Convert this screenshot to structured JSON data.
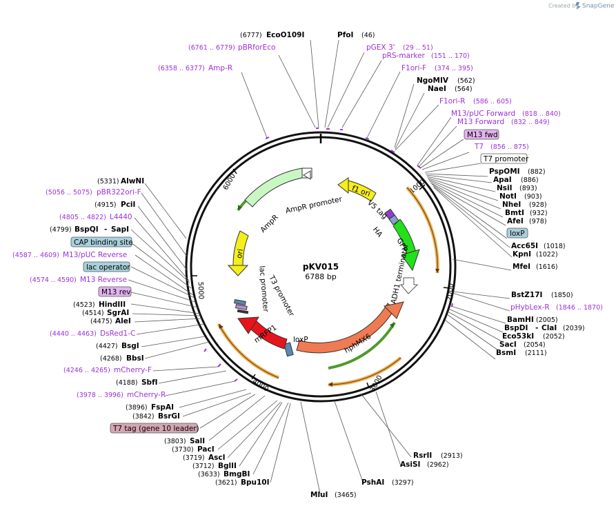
{
  "app": {
    "credit_text": "Created by",
    "brand_text": "SnapGene",
    "brand_icon": "snapgene-logo-icon"
  },
  "plasmid": {
    "name": "pKV015",
    "length_label": "6788 bp"
  },
  "ruler": {
    "ticks": [
      "1000",
      "2000",
      "3000",
      "4000",
      "5000",
      "6000"
    ]
  },
  "features": {
    "f1_ori": "f1 ori",
    "v5_tag": "V5 tag",
    "ha": "HA",
    "gfp": "GFP",
    "adh1_terminator": "ADH1 terminator",
    "hphmx6": "hphMX6",
    "loxp": "loxP",
    "mrfp1": "mRFP1",
    "t3_promoter": "T3 promoter",
    "lac_promoter": "lac promoter",
    "ori": "ori",
    "ampr": "AmpR",
    "ampr_promoter": "AmpR promoter"
  },
  "labels": {
    "top": [
      {
        "pos": "(6777)",
        "name": "EcoO109I"
      },
      {
        "name": "PfoI",
        "pos": "(46)"
      },
      {
        "pos": "(6761 .. 6779)",
        "name": "pBRforEco",
        "kind": "primer"
      },
      {
        "name": "pGEX 3'",
        "pos": "(29 .. 51)",
        "kind": "primer"
      },
      {
        "name": "pRS-marker",
        "pos": "(151 .. 170)",
        "kind": "primer"
      },
      {
        "pos": "(6358 .. 6377)",
        "name": "Amp-R",
        "kind": "primer"
      },
      {
        "name": "F1ori-F",
        "pos": "(374 .. 395)",
        "kind": "primer"
      }
    ],
    "right": [
      {
        "name": "NgoMIV",
        "pos": "(562)"
      },
      {
        "name": "NaeI",
        "pos": "(564)"
      },
      {
        "name": "F1ori-R",
        "pos": "(586 .. 605)",
        "kind": "primer"
      },
      {
        "name": "M13/pUC Forward",
        "pos": "(818 .. 840)",
        "kind": "primer"
      },
      {
        "name": "M13 Forward",
        "pos": "(832 .. 849)",
        "kind": "primer"
      },
      {
        "name": "M13 fwd",
        "kind": "box-purple"
      },
      {
        "name": "T7",
        "pos": "(856 .. 875)",
        "kind": "primer"
      },
      {
        "name": "T7 promoter",
        "kind": "box-white"
      },
      {
        "name": "PspOMI",
        "pos": "(882)"
      },
      {
        "name": "ApaI",
        "pos": "(886)"
      },
      {
        "name": "NsiI",
        "pos": "(893)"
      },
      {
        "name": "NotI",
        "pos": "(903)"
      },
      {
        "name": "NheI",
        "pos": "(928)"
      },
      {
        "name": "BmtI",
        "pos": "(932)"
      },
      {
        "name": "AfeI",
        "pos": "(978)"
      },
      {
        "name": "loxP",
        "kind": "box-blue"
      },
      {
        "name": "Acc65I",
        "pos": "(1018)"
      },
      {
        "name": "KpnI",
        "pos": "(1022)"
      },
      {
        "name": "MfeI",
        "pos": "(1616)"
      },
      {
        "name": "BstZ17I",
        "pos": "(1850)"
      },
      {
        "name": "pHybLex-R",
        "pos": "(1846 .. 1870)",
        "kind": "primer"
      },
      {
        "name": "BamHI",
        "pos": "(2005)"
      },
      {
        "name": "BspDI",
        "sep": "-",
        "name2": "ClaI",
        "pos": "(2039)"
      },
      {
        "name": "Eco53kI",
        "pos": "(2052)"
      },
      {
        "name": "SacI",
        "pos": "(2054)"
      },
      {
        "name": "BsmI",
        "pos": "(2111)"
      }
    ],
    "bottom": [
      {
        "name": "RsrII",
        "pos": "(2913)"
      },
      {
        "name": "AsiSI",
        "pos": "(2962)"
      },
      {
        "name": "PshAI",
        "pos": "(3297)"
      },
      {
        "name": "MluI",
        "pos": "(3465)"
      }
    ],
    "left": [
      {
        "pos": "(5331)",
        "name": "AlwNI"
      },
      {
        "pos": "(5056 .. 5075)",
        "name": "pBR322ori-F",
        "kind": "primer"
      },
      {
        "pos": "(4915)",
        "name": "PciI"
      },
      {
        "pos": "(4805 .. 4822)",
        "name": "L4440",
        "kind": "primer"
      },
      {
        "pos": "(4799)",
        "name": "BspQI",
        "sep": "-",
        "name2": "SapI"
      },
      {
        "name": "CAP binding site",
        "kind": "box-blue"
      },
      {
        "pos": "(4587 .. 4609)",
        "name": "M13/pUC Reverse",
        "kind": "primer"
      },
      {
        "name": "lac operator",
        "kind": "box-blue"
      },
      {
        "pos": "(4574 .. 4590)",
        "name": "M13 Reverse",
        "kind": "primer"
      },
      {
        "name": "M13 rev",
        "kind": "box-purple"
      },
      {
        "pos": "(4523)",
        "name": "HindIII"
      },
      {
        "pos": "(4514)",
        "name": "SgrAI"
      },
      {
        "pos": "(4475)",
        "name": "AleI"
      },
      {
        "pos": "(4440 .. 4463)",
        "name": "DsRed1-C",
        "kind": "primer"
      },
      {
        "pos": "(4427)",
        "name": "BsgI"
      },
      {
        "pos": "(4268)",
        "name": "BbsI"
      },
      {
        "pos": "(4246 .. 4265)",
        "name": "mCherry-F",
        "kind": "primer"
      },
      {
        "pos": "(4188)",
        "name": "SbfI"
      },
      {
        "pos": "(3978 .. 3996)",
        "name": "mCherry-R",
        "kind": "primer"
      },
      {
        "pos": "(3896)",
        "name": "FspAI"
      },
      {
        "pos": "(3842)",
        "name": "BsrGI"
      },
      {
        "name": "T7 tag (gene 10 leader)",
        "kind": "box-pink"
      },
      {
        "pos": "(3803)",
        "name": "SalI"
      },
      {
        "pos": "(3730)",
        "name": "PacI"
      },
      {
        "pos": "(3719)",
        "name": "AscI"
      },
      {
        "pos": "(3712)",
        "name": "BglII"
      },
      {
        "pos": "(3633)",
        "name": "BmgBI"
      },
      {
        "pos": "(3621)",
        "name": "Bpu10I"
      }
    ]
  },
  "colors": {
    "primer": "#9b30d9",
    "gfp": "#22e01a",
    "hph": "#f07a52",
    "mrfp": "#e8141b",
    "f1ori": "#f4ee1c",
    "ori": "#f4ee1c",
    "ampr": "#c9f7c3",
    "orf": "#f0b050",
    "box_blue": "#a8d0dc",
    "box_purple": "#e2b4ef",
    "box_pink": "#d4a6b3"
  }
}
